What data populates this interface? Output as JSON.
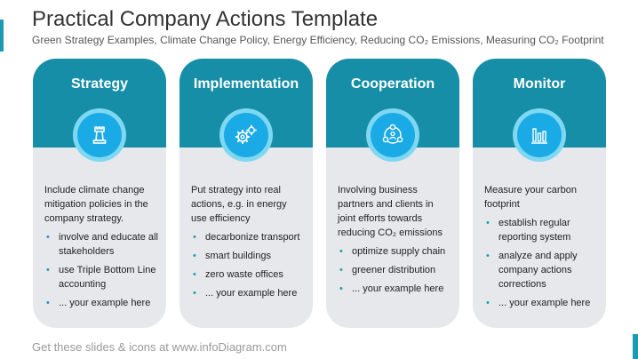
{
  "header": {
    "title": "Practical Company Actions Template",
    "subtitle": "Green Strategy Examples, Climate Change Policy, Energy Efficiency, Reducing CO₂ Emissions, Measuring CO₂ Footprint"
  },
  "cards": [
    {
      "title": "Strategy",
      "icon": "chess-rook-icon",
      "intro": "Include climate change mitigation policies in the company strategy.",
      "bullets": [
        "involve and educate all stakeholders",
        "use Triple Bottom Line accounting",
        "... your example here"
      ]
    },
    {
      "title": "Implementation",
      "icon": "gears-icon",
      "intro": "Put strategy into real actions, e.g. in energy use efficiency",
      "bullets": [
        "decarbonize transport",
        "smart buildings",
        "zero waste offices",
        "... your example here"
      ]
    },
    {
      "title": "Cooperation",
      "icon": "network-people-icon",
      "intro": "Involving business partners and clients in joint efforts towards reducing CO₂ emissions",
      "bullets": [
        "optimize supply chain",
        "greener distribution",
        "... your example here"
      ]
    },
    {
      "title": "Monitor",
      "icon": "bar-chart-icon",
      "intro": "Measure your carbon footprint",
      "bullets": [
        "establish regular reporting system",
        "analyze and apply company actions corrections",
        "... your example here"
      ]
    }
  ],
  "footer": "Get these slides & icons at www.infoDiagram.com",
  "colors": {
    "header_teal": "#178ea7",
    "icon_blue": "#1aaae5",
    "icon_ring": "#7fd8f2",
    "card_gray": "#e6e8ec"
  }
}
